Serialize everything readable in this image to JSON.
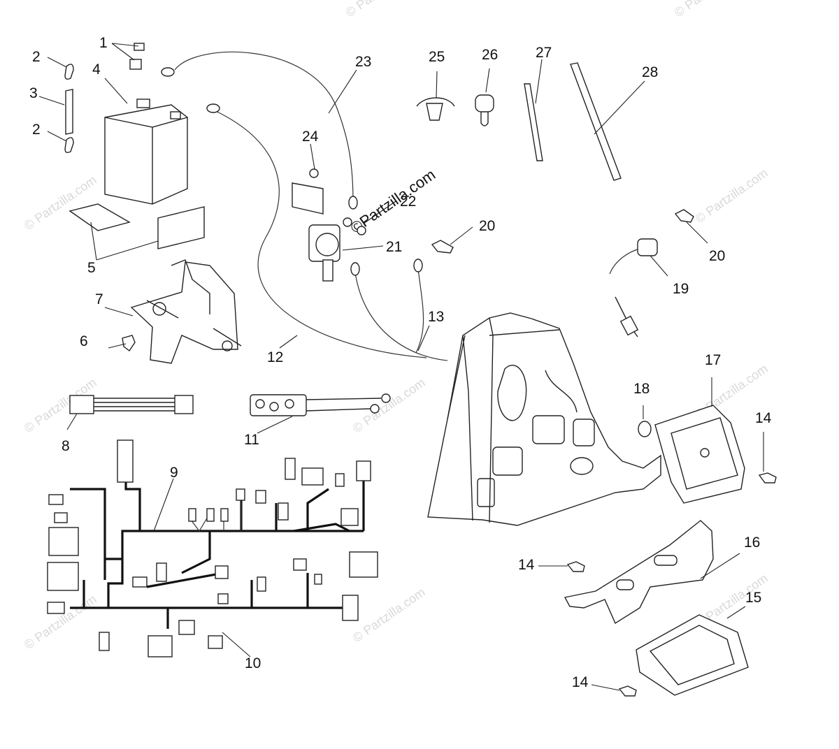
{
  "diagram": {
    "watermark_main": "©Partzilla.com",
    "watermark_repeat": "© Partzilla.com",
    "callouts": [
      "1",
      "2",
      "3",
      "2",
      "4",
      "5",
      "6",
      "7",
      "8",
      "9",
      "10",
      "11",
      "12",
      "13",
      "14",
      "14",
      "14",
      "15",
      "16",
      "17",
      "18",
      "19",
      "20",
      "20",
      "21",
      "22",
      "23",
      "24",
      "25",
      "26",
      "27",
      "28"
    ]
  }
}
